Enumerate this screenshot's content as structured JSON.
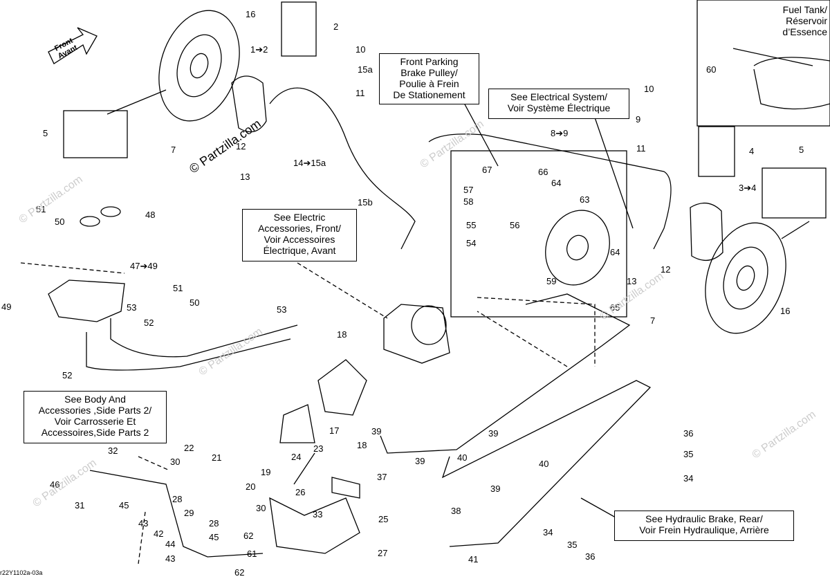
{
  "front_label": [
    "Front",
    "Avant"
  ],
  "callouts": {
    "parking_pulley": [
      "Front Parking",
      "Brake Pulley/",
      "Poulie à Frein",
      "De Stationement"
    ],
    "electrical": [
      "See Electrical System/",
      "Voir Système Électrique"
    ],
    "fuel_tank": [
      "Fuel Tank/",
      "Réservoir",
      "d’Essence"
    ],
    "electric_accessories": [
      "See Electric",
      "Accessories, Front/",
      "Voir Accessoires",
      "Électrique, Avant"
    ],
    "body_accessories": [
      "See Body And",
      "Accessories ,Side Parts 2/",
      "Voir Carrosserie Et",
      "Accessoires,Side Parts 2"
    ],
    "hydraulic_rear": [
      "See Hydraulic Brake, Rear/",
      "Voir Frein Hydraulique, Arrière"
    ]
  },
  "part_labels": [
    "16",
    "1➔2",
    "2",
    "10",
    "15a",
    "11",
    "5",
    "7",
    "12",
    "13",
    "14➔15a",
    "15b",
    "8➔9",
    "10",
    "9",
    "11",
    "4",
    "67",
    "66",
    "64",
    "57",
    "58",
    "63",
    "56",
    "55",
    "54",
    "64",
    "59",
    "65",
    "3➔4",
    "5",
    "12",
    "13",
    "7",
    "16",
    "51",
    "50",
    "48",
    "47➔49",
    "49",
    "51",
    "50",
    "53",
    "53",
    "52",
    "52",
    "18",
    "17",
    "18",
    "23",
    "24",
    "39",
    "40",
    "39",
    "39",
    "40",
    "39",
    "37",
    "38",
    "36",
    "35",
    "34",
    "22",
    "21",
    "30",
    "32",
    "46",
    "28",
    "20",
    "19",
    "29",
    "28",
    "30",
    "31",
    "45",
    "43",
    "26",
    "33",
    "25",
    "42",
    "44",
    "45",
    "62",
    "43",
    "61",
    "62",
    "27",
    "41",
    "34",
    "35",
    "36",
    "60"
  ],
  "watermark_main": "© Partzilla.com",
  "watermark_repeat": "© Partzilla.com",
  "diagram_code": "r22Y1102a-03a"
}
